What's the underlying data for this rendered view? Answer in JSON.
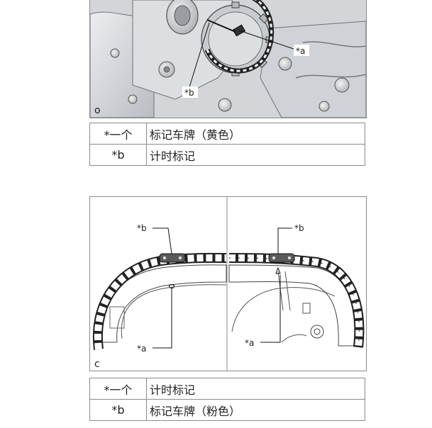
{
  "figure1": {
    "corner_letter": "o",
    "callout_a": "*a",
    "callout_b": "*b"
  },
  "table1": {
    "rows": [
      {
        "key": "*一个",
        "value": "标记车牌（黄色）"
      },
      {
        "key": "*b",
        "value": "计时标记"
      }
    ]
  },
  "figure2": {
    "corner_letter": "c",
    "left_b": "*b",
    "left_a": "*a",
    "right_b": "*b",
    "right_a": "*a"
  },
  "table2": {
    "rows": [
      {
        "key": "*一个",
        "value": "计时标记"
      },
      {
        "key": "*b",
        "value": "标记车牌（粉色）"
      }
    ]
  }
}
